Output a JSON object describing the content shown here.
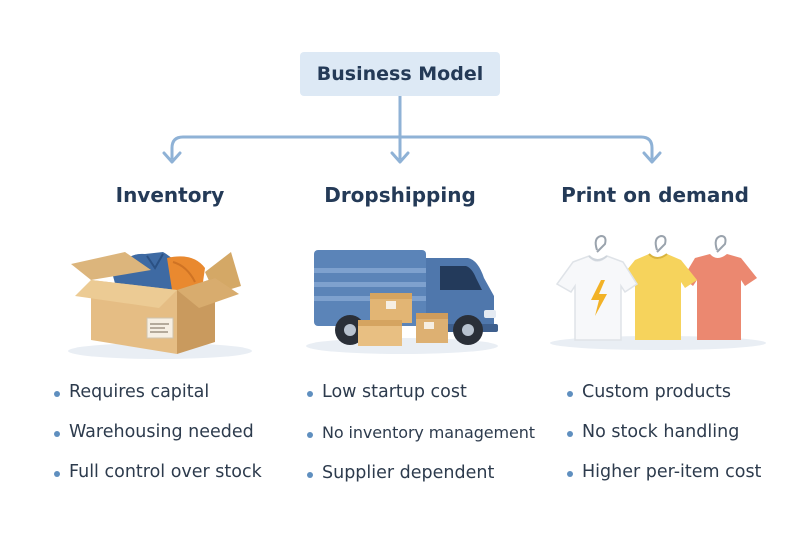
{
  "root": {
    "label": "Business Model"
  },
  "colors": {
    "connector": "#8fb2d6",
    "root_bg": "#dde9f5",
    "title_text": "#243a57",
    "bullet_dot": "#5f8fbf"
  },
  "columns": [
    {
      "title": "Inventory",
      "illustration": "open-box-with-clothes-icon",
      "bullets": [
        "Requires capital",
        "Warehousing needed",
        "Full control over stock"
      ]
    },
    {
      "title": "Dropshipping",
      "illustration": "delivery-truck-with-boxes-icon",
      "bullets": [
        "Low startup cost",
        "No inventory management",
        "Supplier dependent"
      ]
    },
    {
      "title": "Print on demand",
      "illustration": "tshirts-on-hangers-icon",
      "bullets": [
        "Custom products",
        "No stock handling",
        "Higher per-item cost"
      ]
    }
  ]
}
